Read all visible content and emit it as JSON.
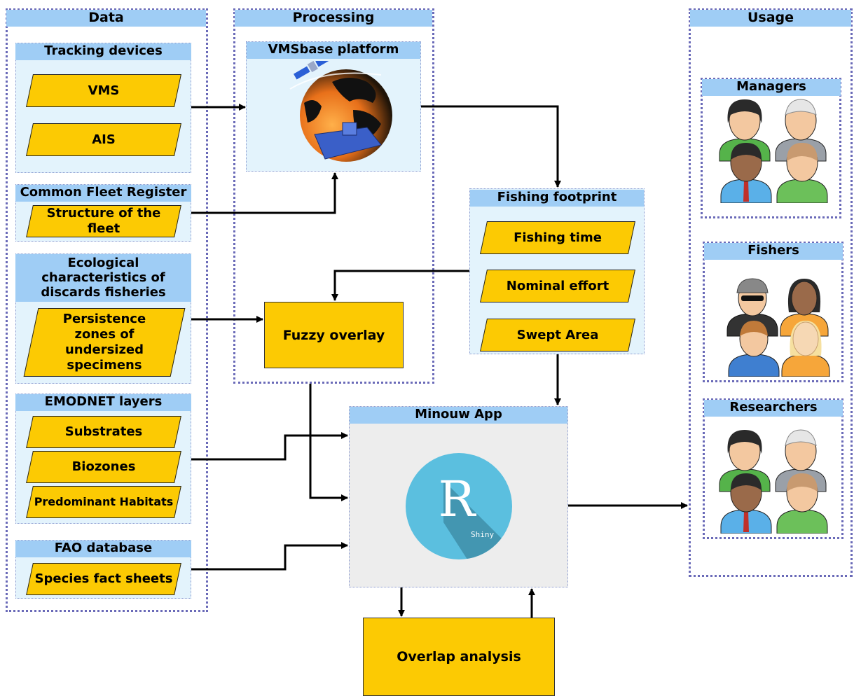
{
  "columns": {
    "data": "Data",
    "processing": "Processing",
    "usage": "Usage"
  },
  "data": {
    "tracking": {
      "title": "Tracking devices",
      "items": [
        "VMS",
        "AIS"
      ]
    },
    "fleet": {
      "title": "Common Fleet Register",
      "item": "Structure of the fleet"
    },
    "ecological": {
      "title": "Ecological characteristics of discards fisheries",
      "item": "Persistence zones of undersized specimens"
    },
    "emodnet": {
      "title": "EMODNET layers",
      "items": [
        "Substrates",
        "Biozones",
        "Predominant Habitats"
      ]
    },
    "fao": {
      "title": "FAO database",
      "item": "Species fact sheets"
    }
  },
  "processing": {
    "vmsbase": "VMSbase platform",
    "fuzzy": "Fuzzy overlay"
  },
  "footprint": {
    "title": "Fishing footprint",
    "items": [
      "Fishing time",
      "Nominal effort",
      "Swept Area"
    ]
  },
  "app": {
    "title": "Minouw App",
    "logo_letter": "R",
    "logo_sub": "Shiny"
  },
  "overlap": "Overlap analysis",
  "usage": {
    "groups": [
      "Managers",
      "Fishers",
      "Researchers"
    ]
  },
  "colors": {
    "yellow": "#fcca03",
    "header_blue": "#9fcdf5",
    "panel_blue": "#e3f3fc",
    "r_logo": "#5bbfdf"
  }
}
